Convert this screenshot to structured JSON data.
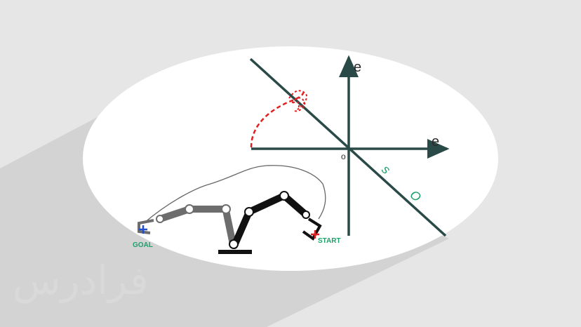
{
  "phase_plot": {
    "vertical_axis_label": "e",
    "horizontal_axis_label": "e",
    "origin_label": "o",
    "sliding_line_labels": [
      "s",
      "O"
    ]
  },
  "robot_scene": {
    "goal_label": "GOAL",
    "start_label": "START"
  },
  "colors": {
    "background": "#e6e6e7",
    "shadow": "#d3d3d4",
    "ellipse": "#ffffff",
    "axes": "#2a4a47",
    "trajectory": "#e02020",
    "labels": "#1fa06a",
    "robot": "#111111",
    "robot_faded": "#6d6d6d",
    "goal_marker": "#1f4fd0",
    "start_marker": "#e02020"
  },
  "watermark_text": "فرادرس"
}
